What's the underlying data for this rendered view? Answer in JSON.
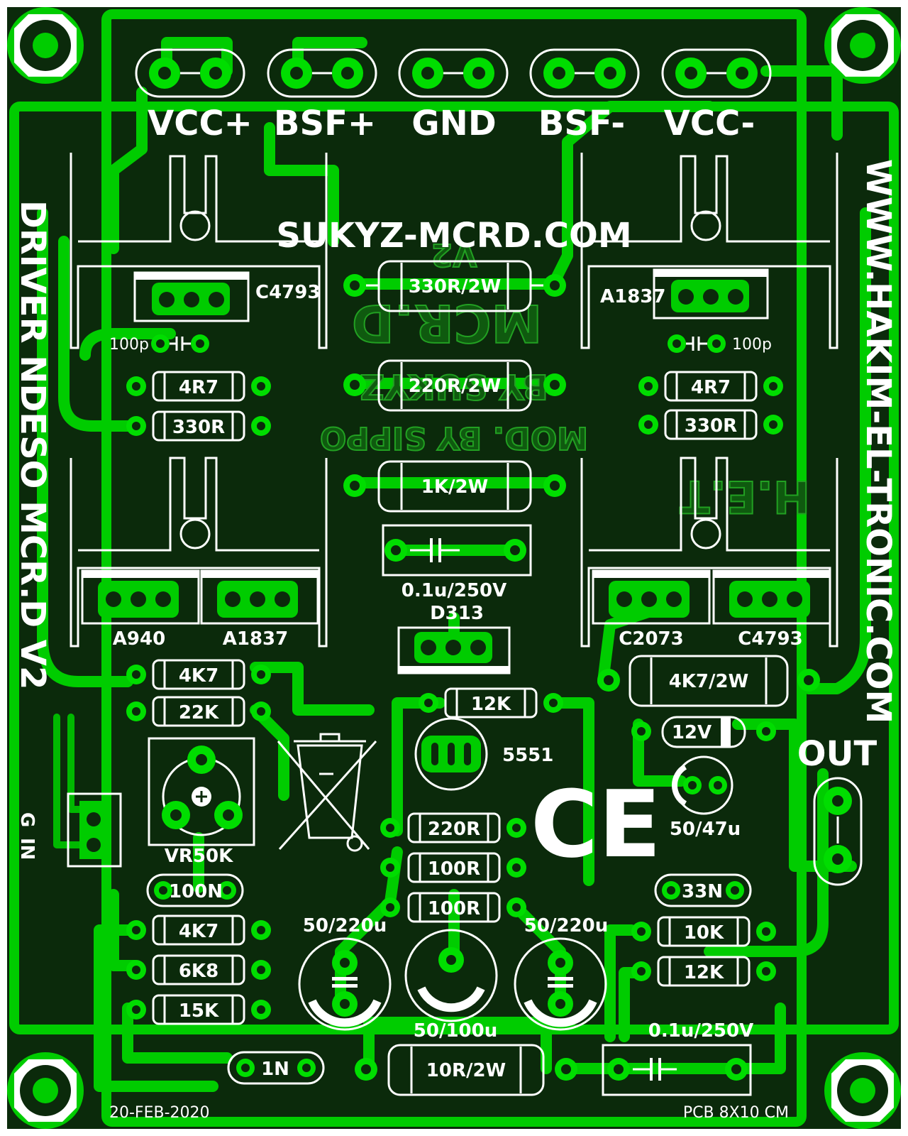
{
  "board": {
    "title_vertical_left": "DRIVER NDESO MCR.D V2",
    "title_vertical_right": "WWW.HAKIM-EL-TRONIC.COM",
    "website_top": "SUKYZ-MCRD.COM",
    "date": "20-FEB-2020",
    "pcb_size": "PCB 8X10 CM",
    "ce_mark": "CE",
    "ghost_text": [
      "V2",
      "MCR.D",
      "BY SUKYZ",
      "MOD. BY SIPPO",
      "H.E.T"
    ]
  },
  "connectors": {
    "power": [
      "VCC+",
      "BSF+",
      "GND",
      "BSF-",
      "VCC-"
    ],
    "output": "OUT",
    "input_pins": [
      "G",
      "IN"
    ]
  },
  "components": {
    "transistors": {
      "top_left": "C4793",
      "top_right": "A1837",
      "mid_left_1": "A940",
      "mid_left_2": "A1837",
      "mid_right_1": "C2073",
      "mid_right_2": "C4793",
      "center": "D313",
      "bottom_center": "5551"
    },
    "resistors": {
      "center_1": "330R/2W",
      "center_2": "220R/2W",
      "center_3": "1K/2W",
      "left_1": "4R7",
      "left_2": "330R",
      "right_1": "4R7",
      "right_2": "330R",
      "left_3": "4K7",
      "left_4": "22K",
      "center_4": "12K",
      "right_big": "4K7/2W",
      "center_5": "220R",
      "center_6": "100R",
      "center_7": "100R",
      "left_5": "4K7",
      "left_6": "6K8",
      "left_7": "15K",
      "right_3": "10K",
      "right_4": "12K",
      "bottom": "10R/2W"
    },
    "capacitors": {
      "left_small": "100p",
      "right_small": "100p",
      "center_film": "0.1u/250V",
      "elec_right": "50/47u",
      "left_ceramic": "100N",
      "right_ceramic": "33N",
      "elec_1": "50/220u",
      "elec_2": "50/220u",
      "elec_3": "50/100u",
      "bottom_film": "0.1u/250V",
      "bottom_small": "1N"
    },
    "zener": "12V",
    "trimmer": "VR50K"
  },
  "colors": {
    "board_bg": "#0b2a0b",
    "copper": "#00cc00",
    "silkscreen": "#ffffff",
    "frame": "#ffffff"
  }
}
